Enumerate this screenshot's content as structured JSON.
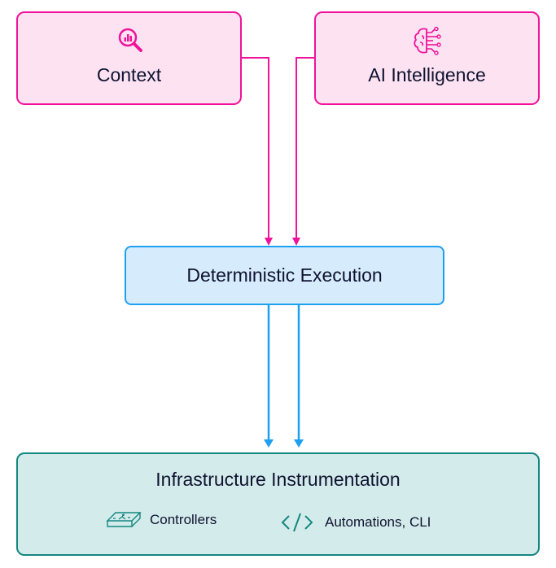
{
  "diagram": {
    "nodes": {
      "context": {
        "label": "Context",
        "icon": "magnifier-chart-icon"
      },
      "ai": {
        "label": "AI Intelligence",
        "icon": "brain-circuit-icon"
      },
      "execution": {
        "label": "Deterministic Execution"
      },
      "infra": {
        "label": "Infrastructure Instrumentation",
        "items": [
          {
            "label": "Controllers",
            "icon": "controller-device-icon"
          },
          {
            "label": "Automations, CLI",
            "icon": "code-brackets-icon"
          }
        ]
      }
    },
    "edges": [
      {
        "from": "Context",
        "to": "Deterministic Execution",
        "color": "#f0139a"
      },
      {
        "from": "AI Intelligence",
        "to": "Deterministic Execution",
        "color": "#f0139a"
      },
      {
        "from": "Deterministic Execution",
        "to": "Infrastructure Instrumentation",
        "color": "#1ea0f0"
      },
      {
        "from": "Deterministic Execution",
        "to": "Infrastructure Instrumentation",
        "color": "#1ea0f0"
      }
    ],
    "colors": {
      "pink_border": "#f0139a",
      "pink_fill": "#fde3f2",
      "blue_border": "#1ea0f0",
      "blue_fill": "#d6ecfc",
      "teal_border": "#13877f",
      "teal_fill": "#d4ebeb"
    }
  }
}
